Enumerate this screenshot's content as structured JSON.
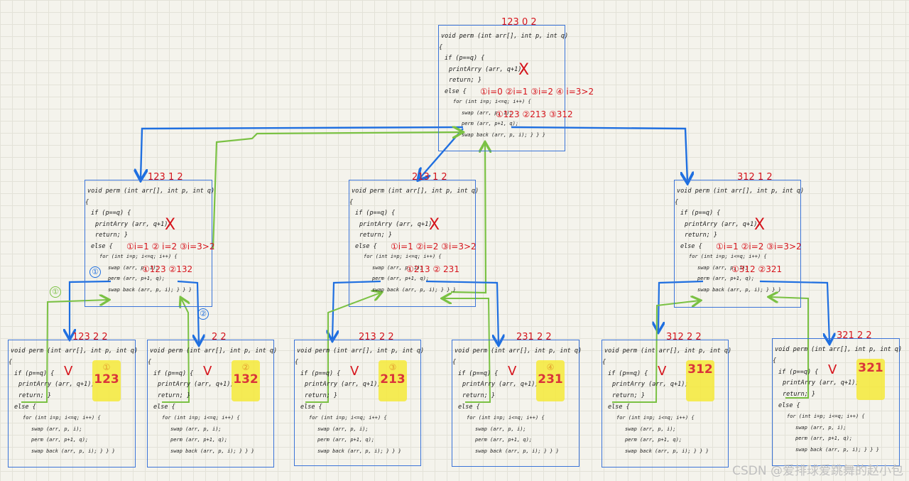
{
  "code": {
    "signature": "void   perm (int arr[], int p, int q)",
    "open": "{",
    "if_line": "if (p==q) {",
    "print_line": "printArry (arr, q+1);",
    "return_line": "return; }",
    "else_line": "else {",
    "for_line": "for (int i=p; i<=q; i++) {",
    "swap_line": "swap (arr, p, i);",
    "perm_line": "perm (arr, p+1, q);",
    "swapback_line": "swap back (arr, p, i); } } }"
  },
  "frames": [
    {
      "id": "root",
      "params": "123   0  2",
      "mark": "X",
      "steps": "①i=0  ②i=1  ③i=2  ④ i=3>2",
      "swaps": "①123  ②213  ③312"
    },
    {
      "id": "l1-a",
      "params": "123   1   2",
      "mark": "X",
      "steps": "①i=1   ② i=2  ③i=3>2",
      "swaps": "①123  ②132"
    },
    {
      "id": "l1-b",
      "params": "213   1   2",
      "mark": "X",
      "steps": "①i=1   ②i=2  ③i=3>2",
      "swaps": "①213  ② 231"
    },
    {
      "id": "l1-c",
      "params": "312   1   2",
      "mark": "X",
      "steps": "①i=1 ②i=2 ③i=3>2",
      "swaps": "①312  ②321"
    },
    {
      "id": "leaf-1",
      "params": "123   2  2",
      "mark": "V",
      "count": "①",
      "result": "123"
    },
    {
      "id": "leaf-2",
      "params": "2  2",
      "mark": "V",
      "count": "②",
      "result": "132"
    },
    {
      "id": "leaf-3",
      "params": "213   2  2",
      "mark": "V",
      "count": "③",
      "result": "213"
    },
    {
      "id": "leaf-4",
      "params": "231   2  2",
      "mark": "V",
      "count": "④",
      "result": "231"
    },
    {
      "id": "leaf-5",
      "params": "312   2  2",
      "mark": "V",
      "count": "",
      "result": "312"
    },
    {
      "id": "leaf-6",
      "params": "321   2  2",
      "mark": "V",
      "count": "",
      "result": "321"
    }
  ],
  "edge_tags": [
    "①",
    "①",
    "②"
  ],
  "watermark": "CSDN @爱排球爱跳舞的赵小包",
  "colors": {
    "frame": "#3b74d8",
    "call_arrow": "#1f6fe0",
    "return_arrow": "#7ac143",
    "annotation": "#d6141c",
    "highlight": "#f6ea3a"
  }
}
